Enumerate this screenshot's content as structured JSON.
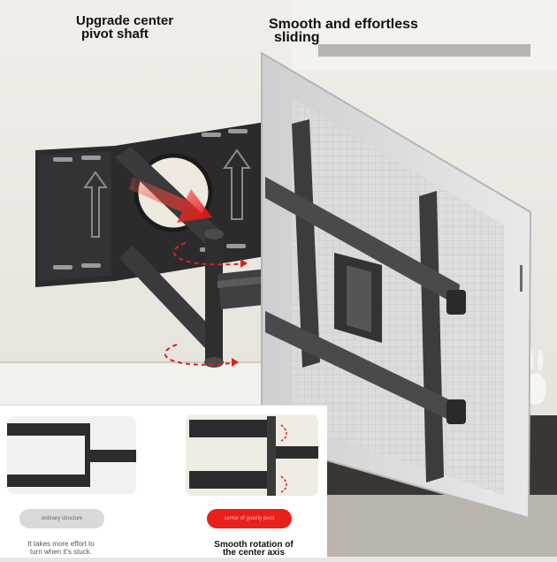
{
  "headlines": {
    "left": [
      "Upgrade center",
      "pivot shaft"
    ],
    "right": [
      "Smooth and effortless",
      "sliding"
    ]
  },
  "comparison": {
    "ordinary": {
      "pill_label": "ordinary structure",
      "caption": [
        "It takes more effort to",
        "turn when it's stuck."
      ]
    },
    "upgraded": {
      "pill_label": "center of gravity pivot",
      "caption": [
        "Smooth rotation of",
        "the center axis"
      ]
    }
  },
  "colors": {
    "accent_red": "#e8201c",
    "mount_black": "#2b2b2d",
    "wall": "#e9e6e1"
  },
  "icons": [
    "up-arrow-icon",
    "rotation-arrow-icon",
    "red-direction-arrow-icon"
  ]
}
